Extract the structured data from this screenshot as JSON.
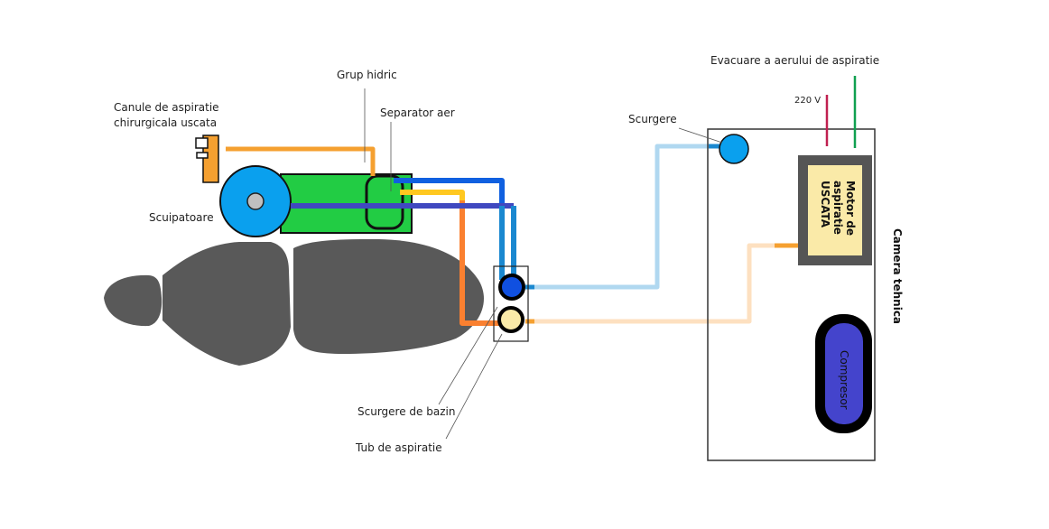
{
  "labels": {
    "cannula": [
      "Canule de aspiratie",
      "chirurgicala uscata"
    ],
    "water_group": "Grup hidric",
    "air_separator": "Separator aer",
    "spittoon": "Scuipatoare",
    "drain": "Scurgere",
    "exhaust": "Evacuare a aerului de aspiratie",
    "voltage": "220 V",
    "motor": [
      "Motor de",
      "aspiratie",
      "USCATA"
    ],
    "technical_chamber": "Camera tehnica",
    "compressor": "Compresor",
    "basin_drain": "Scurgere de bazin",
    "suction_tube": "Tub de aspiratie"
  },
  "colors": {
    "chair": "#595959",
    "water_group": "#22cc44",
    "spittoon": "#0aa0ee",
    "cannula": "#f5a030",
    "motor_fill": "#faeaa8",
    "motor_frame": "#555555",
    "compressor": "#4444cc",
    "pipe_orange": "#f5a030",
    "pipe_yellow": "#ffc820",
    "pipe_dark_orange": "#fa8030",
    "pipe_blue": "#1060e0",
    "pipe_indigo": "#4048c0",
    "pipe_mid_blue": "#1a88d0",
    "pipe_light_blue": "#b0d8f0",
    "pipe_light_peach": "#fde0c0",
    "wire_red": "#c02050",
    "wire_green": "#10a050"
  }
}
